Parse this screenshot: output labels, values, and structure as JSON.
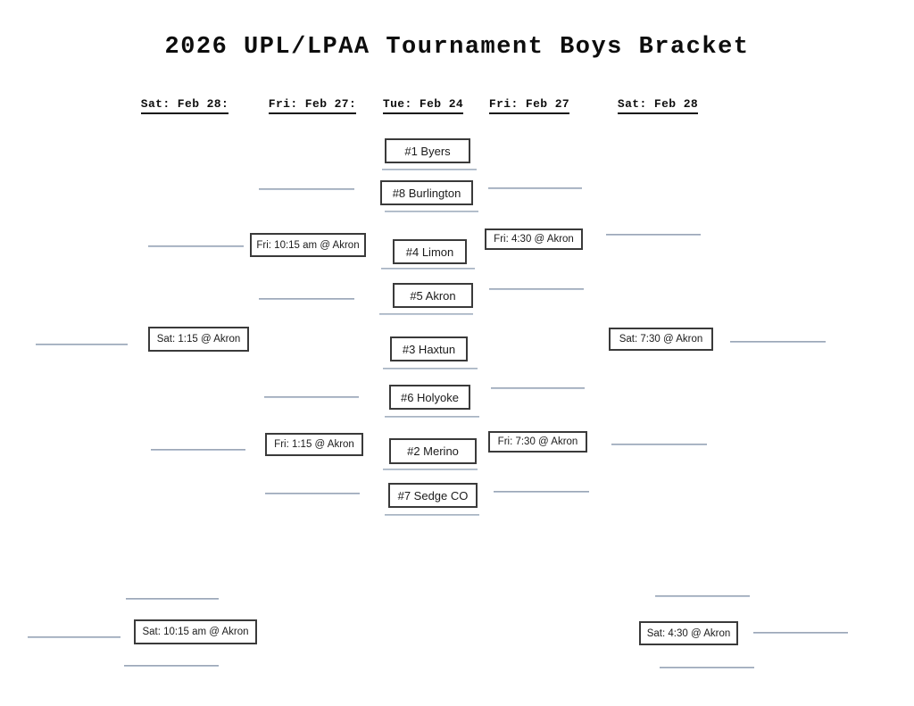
{
  "title": "2026 UPL/LPAA Tournament Boys Bracket",
  "column_headers": [
    {
      "label": "Sat: Feb 28:"
    },
    {
      "label": "Fri: Feb 27:"
    },
    {
      "label": "Tue: Feb 24"
    },
    {
      "label": "Fri: Feb 27"
    },
    {
      "label": "Sat: Feb 28"
    }
  ],
  "first_round_teams": [
    {
      "seed": "#1",
      "name": "Byers",
      "label": "#1 Byers"
    },
    {
      "seed": "#8",
      "name": "Burlington",
      "label": "#8 Burlington"
    },
    {
      "seed": "#4",
      "name": "Limon",
      "label": "#4 Limon"
    },
    {
      "seed": "#5",
      "name": "Akron",
      "label": "#5 Akron"
    },
    {
      "seed": "#3",
      "name": "Haxtun",
      "label": "#3 Haxtun"
    },
    {
      "seed": "#6",
      "name": "Holyoke",
      "label": "#6 Holyoke"
    },
    {
      "seed": "#2",
      "name": "Merino",
      "label": "#2 Merino"
    },
    {
      "seed": "#7",
      "name": "Sedge CO",
      "label": "#7 Sedge CO"
    }
  ],
  "games": {
    "left_semi_top": "Fri: 10:15 am @ Akron",
    "left_semi_bottom": "Fri: 1:15 @ Akron",
    "left_final": "Sat: 1:15 @ Akron",
    "left_consolation": "Sat: 10:15 am @ Akron",
    "right_semi_top": "Fri: 4:30 @ Akron",
    "right_semi_bottom": "Fri: 7:30 @ Akron",
    "right_final": "Sat: 7:30 @ Akron",
    "right_consolation": "Sat: 4:30 @ Akron"
  },
  "colors": {
    "background": "#ffffff",
    "box_border": "#3a3a3a",
    "connector_line": "#94a1b3",
    "ink": "#1b1b1b"
  }
}
